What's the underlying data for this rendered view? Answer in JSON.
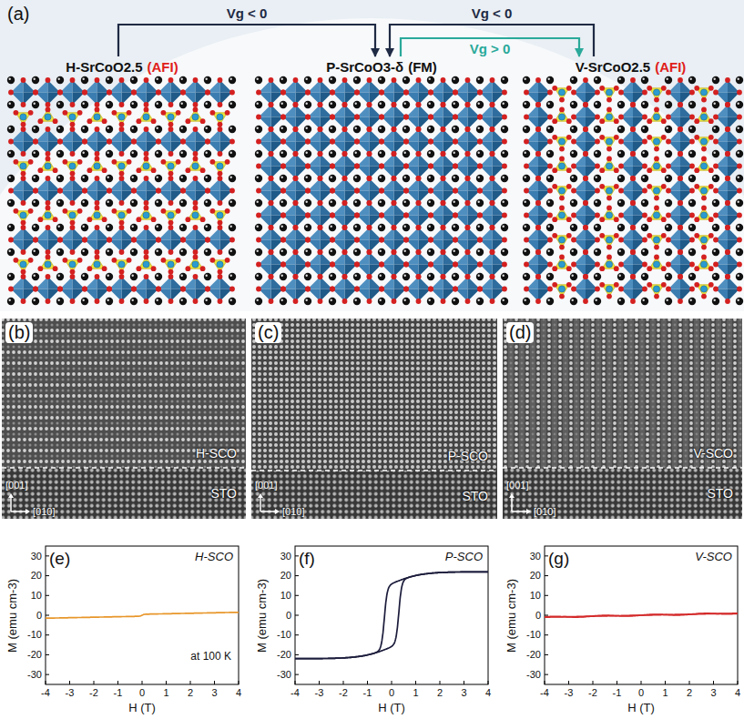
{
  "diagram": {
    "nodes": [
      {
        "text": [
          "H-SrCoO2.5",
          "(AFI)"
        ]
      },
      {
        "text": [
          "P-SrCoO3-δ",
          "(FM)"
        ]
      },
      {
        "text": [
          "V-SrCoO2.5",
          "(AFI)"
        ]
      }
    ],
    "edges": [
      {
        "from": 0,
        "to": 1,
        "arrow": "to",
        "label": "Vg < 0"
      },
      {
        "from": 2,
        "to": 1,
        "arrow": "to",
        "label": "Vg < 0"
      },
      {
        "from": 1,
        "to": 2,
        "arrow": "to",
        "label": "Vg > 0"
      }
    ],
    "labels": [
      "(a)",
      "(b)",
      "H-SCO",
      "STO",
      "[001]",
      "[010]",
      "(c)",
      "P-SCO",
      "STO",
      "[001]",
      "[010]",
      "(d)",
      "V-SCO",
      "STO",
      "[001]",
      "[010]",
      "(e)",
      "H-SCO",
      "at 100 K",
      "M (emu cm-3)",
      "H (T)",
      "30",
      "20",
      "10",
      "0",
      "-10",
      "-20",
      "-30",
      "-4",
      "-3",
      "-2",
      "-1",
      "0",
      "1",
      "2",
      "3",
      "4",
      "(f)",
      "P-SCO",
      "M (emu cm-3)",
      "H (T)",
      "30",
      "20",
      "10",
      "0",
      "-10",
      "-20",
      "-30",
      "-4",
      "-3",
      "-2",
      "-1",
      "0",
      "1",
      "2",
      "3",
      "4",
      "(g)",
      "V-SCO",
      "M (emu cm-3)",
      "H (T)",
      "30",
      "20",
      "10",
      "0",
      "-10",
      "-20",
      "-30",
      "-4",
      "-3",
      "-2",
      "-1",
      "0",
      "1",
      "2",
      "3",
      "4"
    ]
  }
}
